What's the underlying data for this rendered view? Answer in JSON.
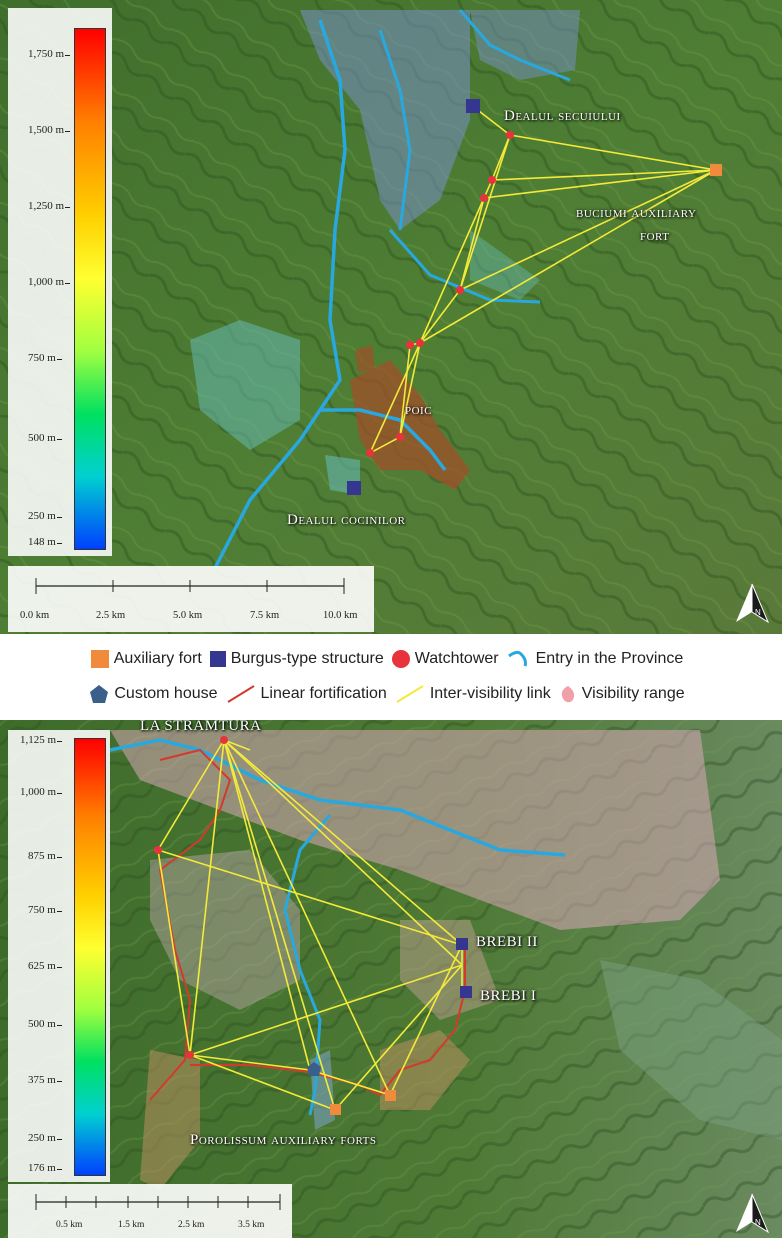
{
  "top_map": {
    "colorbar": {
      "ticks": [
        "1,750 m",
        "1,500 m",
        "1,250 m",
        "1,000 m",
        "750 m",
        "500 m",
        "250 m",
        "148 m"
      ]
    },
    "scale": {
      "labels": [
        "0.0 km",
        "2.5 km",
        "5.0 km",
        "7.5 km",
        "10.0 km"
      ]
    },
    "places": {
      "dealul_secuiului": "Dealul secuiului",
      "buciumi_1": "buciumi auxiliary",
      "buciumi_2": "fort",
      "poic": "poic",
      "dealul_cocinilor": "Dealul cocinilor"
    },
    "north": "N"
  },
  "legend": {
    "auxiliary_fort": "Auxiliary fort",
    "burgus": "Burgus-type structure",
    "watchtower": "Watchtower",
    "entry": "Entry in the Province",
    "custom_house": "Custom house",
    "linear_fortification": "Linear fortification",
    "intervisibility": "Inter-visibility link",
    "visibility_range": "Visibility range",
    "colors": {
      "auxiliary_fort": "#f08a3c",
      "burgus": "#35368f",
      "watchtower": "#e8323c",
      "entry": "#29a8e0",
      "custom_house": "#3a5f8a",
      "linear_fortification": "#d43a2c",
      "intervisibility": "#f3ea3a",
      "visibility_range": "#f2a0a8"
    }
  },
  "bottom_map": {
    "colorbar": {
      "ticks": [
        "1,125 m",
        "1,000 m",
        "875 m",
        "750 m",
        "625 m",
        "500 m",
        "375 m",
        "250 m",
        "176 m"
      ]
    },
    "scale": {
      "labels": [
        "0.5 km",
        "1.5 km",
        "2.5 km",
        "3.5 km"
      ]
    },
    "places": {
      "la_stramtura": "LA STRÂMTURĂ",
      "brebi_2": "BREBI II",
      "brebi_1": "BREBI I",
      "porolissum": "Porolissum auxiliary forts"
    },
    "north": "N"
  }
}
